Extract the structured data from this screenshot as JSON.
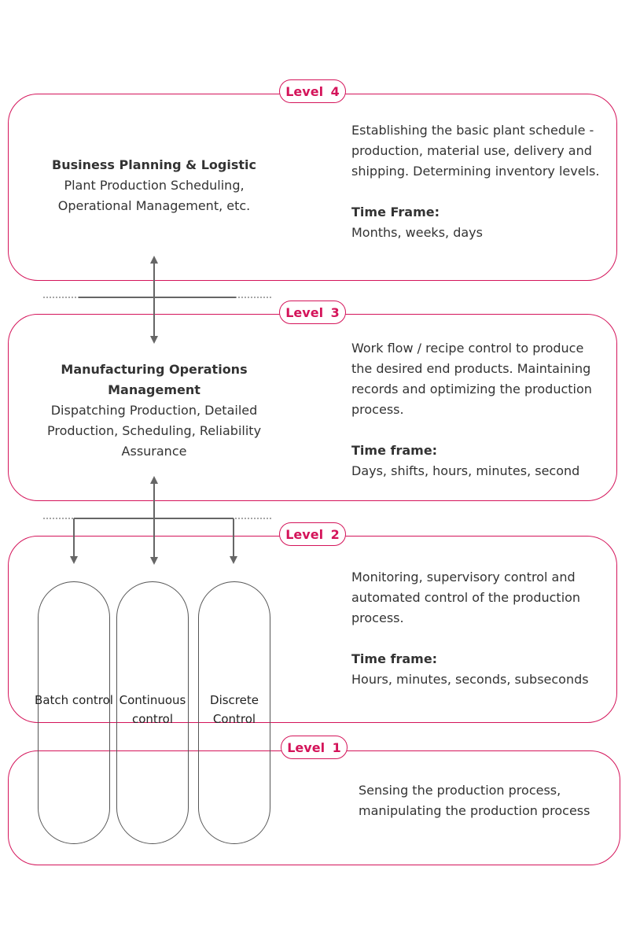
{
  "colors": {
    "accent": "#d4145a",
    "text": "#333333",
    "connector": "#666666"
  },
  "levels": [
    {
      "badge": "Level 4",
      "title_bold": "Business Planning & Logistic",
      "title_rest": "Plant Production Scheduling, Operational Management, etc.",
      "description": "Establishing the basic plant schedule - production, material use, delivery and shipping. Determining inventory levels.",
      "time_frame_label": "Time Frame:",
      "time_frame": "Months, weeks, days"
    },
    {
      "badge": "Level 3",
      "title_bold": "Manufacturing Operations Management",
      "title_rest": "Dispatching Production, Detailed Production, Scheduling, Reliability Assurance",
      "description": "Work flow / recipe control to produce the desired end products. Maintaining records and optimizing the production process.",
      "time_frame_label": "Time frame:",
      "time_frame": "Days, shifts, hours, minutes, second"
    },
    {
      "badge": "Level 2",
      "description": "Monitoring, supervisory control and automated control of the production process.",
      "time_frame_label": "Time frame:",
      "time_frame": "Hours, minutes, seconds, subseconds"
    },
    {
      "badge": "Level 1",
      "description": "Sensing the production process, manipulating the production process"
    }
  ],
  "controls": [
    {
      "label": "Batch control"
    },
    {
      "label": "Continuous control"
    },
    {
      "label": "Discrete Control"
    }
  ]
}
